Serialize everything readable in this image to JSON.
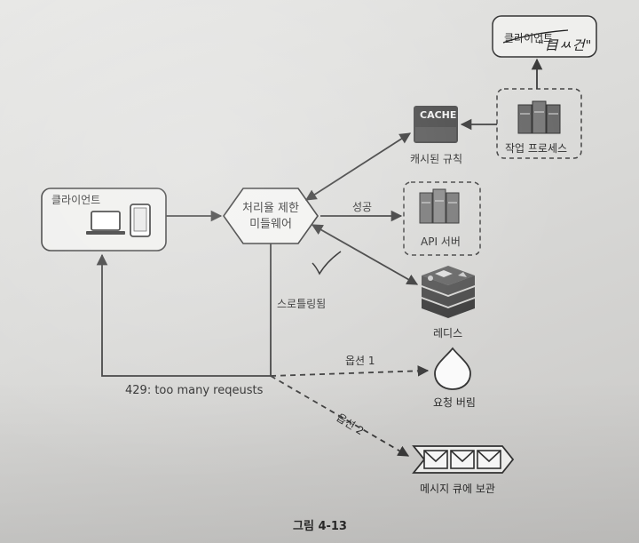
{
  "client_left": {
    "label": "클라이언트"
  },
  "rate_limiter": {
    "line1": "처리율 제한",
    "line2": "미들웨어"
  },
  "cache": {
    "box_text": "CACHE",
    "label": "캐시된 규칙"
  },
  "workers": {
    "label": "작업 프로세스"
  },
  "client_top": {
    "label": "클라이언트",
    "handwriting": "\"目ㅆ건\""
  },
  "api_server": {
    "label": "API 서버"
  },
  "redis": {
    "label": "레디스"
  },
  "edges": {
    "success": "성공",
    "throttled": "스로틀링됨",
    "status_429": "429: too many reqeusts",
    "option1": "옵션 1",
    "option2": "옵션 2"
  },
  "drop": {
    "label": "요청 버림"
  },
  "queue": {
    "label": "메시지 큐에 보관"
  },
  "figure": {
    "caption": "그림 4-13"
  },
  "colors": {
    "line": "#3a3a3a",
    "box_fill": "#f2f2f0",
    "dark": "#4a4a4a"
  }
}
